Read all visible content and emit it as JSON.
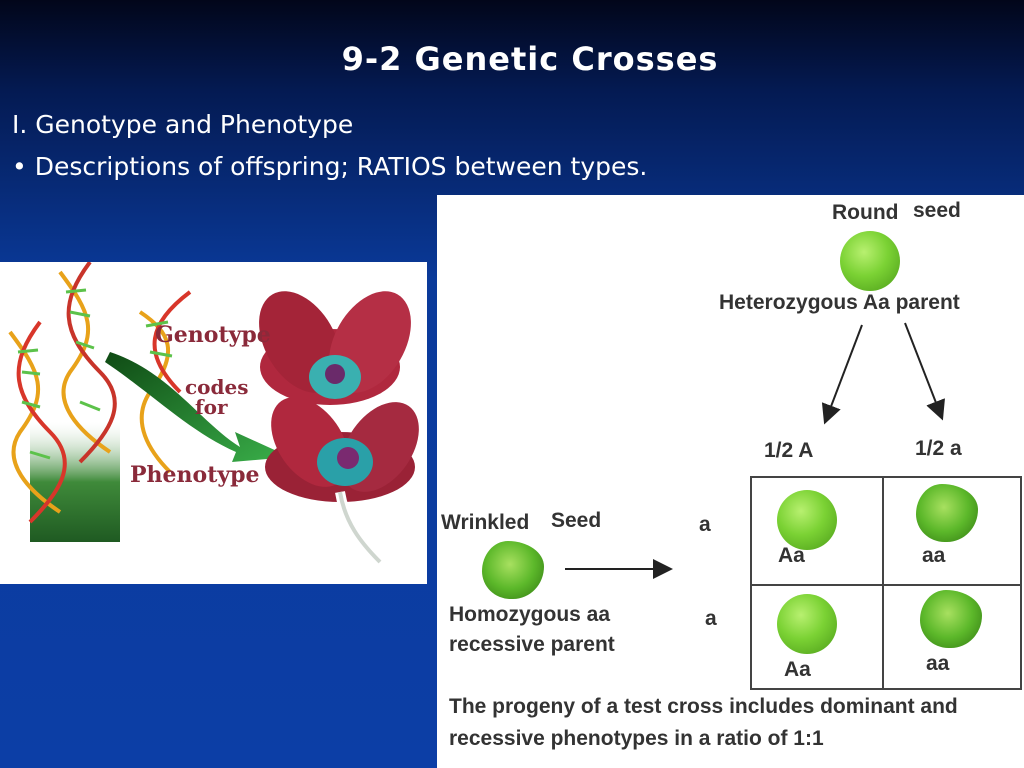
{
  "slide": {
    "title": "9-2 Genetic Crosses",
    "heading": "I. Genotype and Phenotype",
    "bullet": "• Descriptions of offspring; RATIOS between types."
  },
  "left_figure": {
    "label_genotype": "Genotype",
    "label_codes": "codes",
    "label_for": "for",
    "label_phenotype": "Phenotype"
  },
  "test_cross": {
    "round_label": "Round",
    "seed_label": "seed",
    "hetero_parent": "Heterozygous Aa parent",
    "gamete_A": "1/2 A",
    "gamete_a": "1/2 a",
    "wrinkled_label": "Wrinkled",
    "seed_label_cap": "Seed",
    "row_a1": "a",
    "row_a2": "a",
    "homo_line1": "Homozygous aa",
    "homo_line2": "recessive parent",
    "cell_tl": "Aa",
    "cell_tr": "aa",
    "cell_bl": "Aa",
    "cell_br": "aa",
    "caption_line1": "The progeny of a test cross includes dominant and",
    "caption_line2": "recessive phenotypes in a ratio of 1:1"
  },
  "colors": {
    "background": "#0c3ea6",
    "seed_green": "#7bd234",
    "label_maroon": "#8a2a3a"
  }
}
